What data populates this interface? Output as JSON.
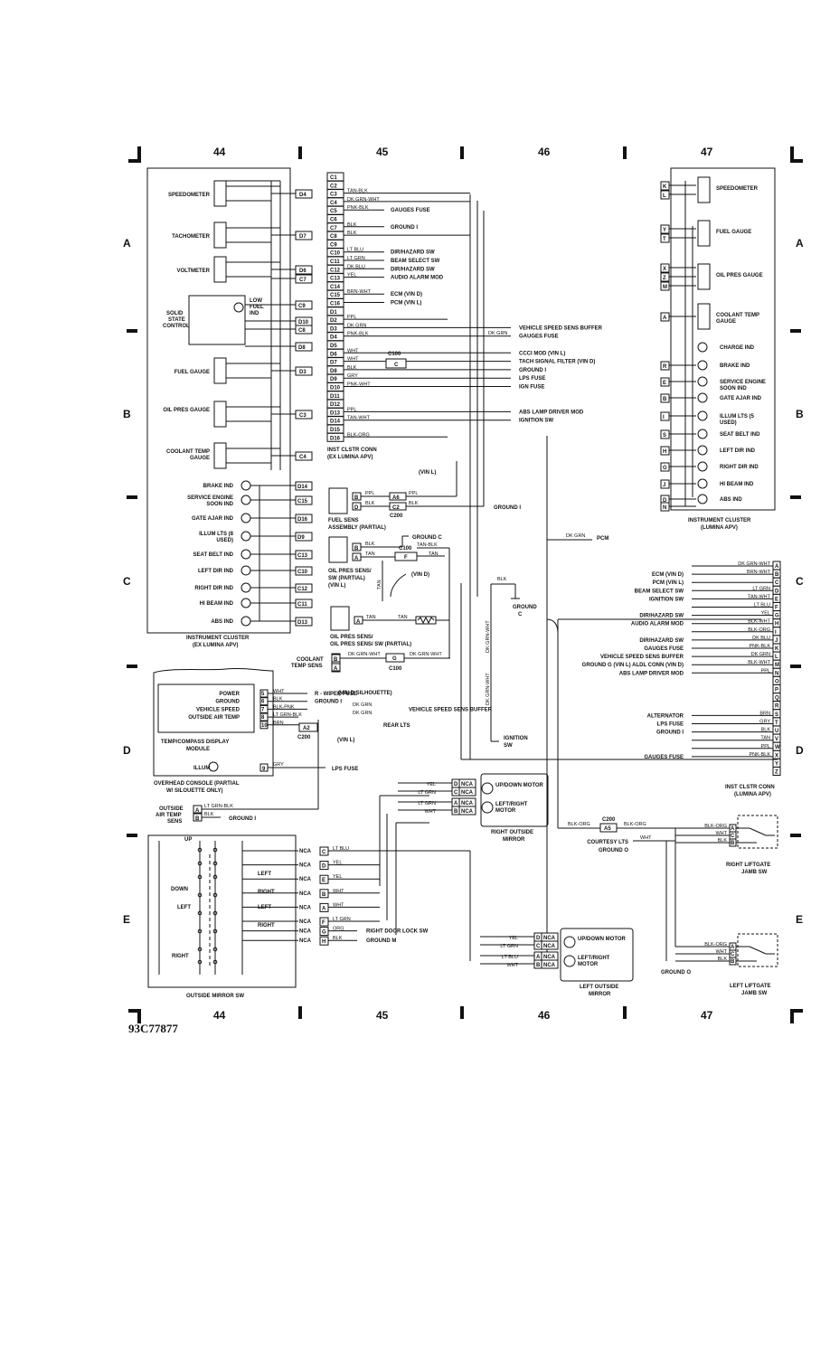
{
  "diagram_code": "93C77877",
  "columns": [
    "44",
    "45",
    "46",
    "47"
  ],
  "rows": [
    "A",
    "B",
    "C",
    "D",
    "E"
  ],
  "instrument_cluster_left": {
    "title": "INSTRUMENT CLUSTER",
    "subtitle": "(EX LUMINA APV)",
    "gauges": [
      {
        "label": "SPEEDOMETER",
        "pin": "D4"
      },
      {
        "label": "TACHOMETER",
        "pin": "D7"
      },
      {
        "label": "VOLTMETER",
        "pin": "D6"
      },
      {
        "label": "",
        "pin": "C7"
      },
      {
        "label": "FUEL GAUGE",
        "pin": "D3"
      },
      {
        "label": "OIL PRES GAUGE",
        "pin": "C3"
      },
      {
        "label": "COOLANT TEMP GAUGE",
        "pin": "C4"
      }
    ],
    "solid_state": {
      "label": "SOLID STATE CONTROL",
      "low_fuel": "LOW FUEL IND",
      "pins": [
        "C9",
        "D10",
        "C8",
        "D8"
      ]
    },
    "indicators": [
      {
        "label": "BRAKE IND",
        "pin": "D14"
      },
      {
        "label": "SERVICE ENGINE SOON IND",
        "pin": "C15"
      },
      {
        "label": "GATE AJAR IND",
        "pin": "D16"
      },
      {
        "label": "ILLUM LTS (8 USED)",
        "pin": "D9"
      },
      {
        "label": "SEAT BELT IND",
        "pin": "C13"
      },
      {
        "label": "LEFT DIR IND",
        "pin": "C10"
      },
      {
        "label": "RIGHT DIR IND",
        "pin": "C12"
      },
      {
        "label": "HI BEAM IND",
        "pin": "C11"
      },
      {
        "label": "ABS IND",
        "pin": "D13"
      }
    ]
  },
  "inst_clstr_conn": {
    "title": "INST CLSTR CONN",
    "subtitle": "(EX LUMINA APV)",
    "pins": [
      "C1",
      "C2",
      "C3",
      "C4",
      "C5",
      "C6",
      "C7",
      "C8",
      "C9",
      "C10",
      "C11",
      "C12",
      "C13",
      "C14",
      "C15",
      "C16",
      "D1",
      "D2",
      "D3",
      "D4",
      "D5",
      "D6",
      "D7",
      "D8",
      "D9",
      "D10",
      "D11",
      "D12",
      "D13",
      "D14",
      "D15",
      "D16"
    ],
    "wires_c": [
      {
        "pin": "C3",
        "color": "TAN-BLK",
        "dest": ""
      },
      {
        "pin": "C4",
        "color": "DK GRN-WHT",
        "dest": ""
      },
      {
        "pin": "C5",
        "color": "PNK-BLK",
        "dest": "GAUGES FUSE"
      },
      {
        "pin": "C7",
        "color": "BLK",
        "dest": "GROUND I"
      },
      {
        "pin": "C8",
        "color": "BLK",
        "dest": ""
      },
      {
        "pin": "C10",
        "color": "LT BLU",
        "dest": "DIR/HAZARD SW"
      },
      {
        "pin": "C11",
        "color": "LT GRN",
        "dest": "BEAM SELECT SW"
      },
      {
        "pin": "C12",
        "color": "DK BLU",
        "dest": "DIR/HAZARD SW"
      },
      {
        "pin": "C13",
        "color": "YEL",
        "dest": "AUDIO ALARM MOD"
      },
      {
        "pin": "C15",
        "color": "BRN-WHT",
        "dest": "ECM (VIN D)"
      },
      {
        "pin": "C16",
        "color": "",
        "dest": "PCM (VIN L)"
      }
    ],
    "wires_d": [
      {
        "pin": "D2",
        "color": "PPL",
        "dest": ""
      },
      {
        "pin": "D3",
        "color": "DK GRN",
        "dest": "VEHICLE SPEED SENS BUFFER"
      },
      {
        "pin": "D4",
        "color": "PNK-BLK",
        "dest": "GAUGES FUSE"
      },
      {
        "pin": "D6",
        "color": "WHT",
        "dest": "CCCI MOD (VIN L)"
      },
      {
        "pin": "D7",
        "color": "WHT",
        "dest": "TACH SIGNAL FILTER (VIN D)"
      },
      {
        "pin": "D8",
        "color": "BLK",
        "dest": "GROUND I"
      },
      {
        "pin": "D9",
        "color": "GRY",
        "dest": "LPS FUSE"
      },
      {
        "pin": "D10",
        "color": "PNK-WHT",
        "dest": "IGN FUSE"
      },
      {
        "pin": "D13",
        "color": "PPL",
        "dest": "ABS LAMP DRIVER MOD"
      },
      {
        "pin": "D14",
        "color": "TAN-WHT",
        "dest": "IGNITION SW"
      },
      {
        "pin": "D16",
        "color": "BLK-ORG",
        "dest": ""
      }
    ],
    "c100_label": "C100",
    "c100_pin": "C",
    "vehicle_speed_wire": "DK GRN"
  },
  "instrument_cluster_right": {
    "title": "INSTRUMENT CLUSTER",
    "subtitle": "(LUMINA APV)",
    "gauges": [
      {
        "label": "SPEEDOMETER",
        "pins": [
          "K",
          "L"
        ]
      },
      {
        "label": "FUEL GAUGE",
        "pins": [
          "Y",
          "T"
        ]
      },
      {
        "label": "OIL PRES GAUGE",
        "pins": [
          "X",
          "Z",
          "M"
        ]
      },
      {
        "label": "COOLANT TEMP GAUGE",
        "pins": [
          "A"
        ]
      }
    ],
    "indicators": [
      {
        "label": "CHARGE IND",
        "pin": ""
      },
      {
        "label": "BRAKE IND",
        "pin": "R"
      },
      {
        "label": "SERVICE ENGINE SOON IND",
        "pin": "E"
      },
      {
        "label": "GATE AJAR IND",
        "pin": "B"
      },
      {
        "label": "ILLUM LTS (5 USED)",
        "pin": "I"
      },
      {
        "label": "SEAT BELT IND",
        "pin": "S"
      },
      {
        "label": "LEFT DIR IND",
        "pin": "H"
      },
      {
        "label": "RIGHT DIR IND",
        "pin": "G"
      },
      {
        "label": "HI BEAM IND",
        "pin": "J"
      },
      {
        "label": "ABS IND",
        "pin": "D"
      },
      {
        "label": "",
        "pin": "N"
      }
    ]
  },
  "inst_clstr_conn_right": {
    "title": "INST CLSTR CONN",
    "subtitle": "(LUMINA APV)",
    "pins": [
      "A",
      "B",
      "C",
      "D",
      "E",
      "F",
      "G",
      "H",
      "I",
      "J",
      "K",
      "L",
      "M",
      "N",
      "O",
      "P",
      "Q",
      "R",
      "S",
      "T",
      "U",
      "V",
      "W",
      "X",
      "Y",
      "Z"
    ],
    "wires": [
      {
        "dest": "",
        "color": "DK GRN-WHT"
      },
      {
        "dest": "ECM (VIN D)",
        "color": "BRN-WHT"
      },
      {
        "dest": "PCM (VIN L)",
        "color": ""
      },
      {
        "dest": "BEAM SELECT SW",
        "color": "LT GRN"
      },
      {
        "dest": "IGNITION SW",
        "color": "TAN-WHT"
      },
      {
        "dest": "",
        "color": "LT BLU"
      },
      {
        "dest": "DIR/HAZARD SW",
        "color": "YEL"
      },
      {
        "dest": "AUDIO ALARM MOD",
        "color": "BLK-WHT"
      },
      {
        "dest": "",
        "color": "BLK-ORG"
      },
      {
        "dest": "DIR/HAZARD SW",
        "color": "DK BLU"
      },
      {
        "dest": "GAUGES FUSE",
        "color": "PNK-BLK"
      },
      {
        "dest": "VEHICLE SPEED SENS BUFFER",
        "color": "DK GRN"
      },
      {
        "dest": "GROUND G (VIN L) ALDL CONN (VIN D)",
        "color": "BLK-WHT"
      },
      {
        "dest": "ABS LAMP DRIVER MOD",
        "color": "PPL"
      },
      {
        "dest": "ALTERNATOR",
        "color": "BRN"
      },
      {
        "dest": "LPS FUSE",
        "color": "GRY"
      },
      {
        "dest": "GROUND I",
        "color": "BLK"
      },
      {
        "dest": "",
        "color": "TAN"
      },
      {
        "dest": "",
        "color": "PPL"
      },
      {
        "dest": "GAUGES FUSE",
        "color": "PNK-BLK"
      }
    ]
  },
  "fuel_sens": {
    "label": "FUEL SENS ASSEMBLY (PARTIAL)",
    "pins": [
      "B",
      "D"
    ],
    "wires": [
      "PPL",
      "BLK"
    ],
    "connector": "C200",
    "cpins": [
      "A6",
      "C2"
    ],
    "ground": "GROUND I"
  },
  "oil_pres_sens": {
    "label": "OIL PRES SENS/ SW (PARTIAL) (VIN L)",
    "pins": [
      "B",
      "A"
    ],
    "wires": [
      "BLK",
      "TAN"
    ],
    "c100": "C100",
    "cpin": "F",
    "ground": "GROUND C",
    "tan_blk": "TAN-BLK",
    "tan": "TAN"
  },
  "oil_pres_sw": {
    "label": "OIL PRES SENS/ SW (PARTIAL)",
    "pin": "A",
    "wire": "TAN",
    "vin": "(VIN D)"
  },
  "ground_c": {
    "label": "GROUND C",
    "wire": "BLK"
  },
  "dk_grn_pcm": {
    "wire": "DK GRN",
    "dest": "PCM"
  },
  "coolant_temp": {
    "label": "COOLANT TEMP SENS",
    "pins": [
      "B",
      "A"
    ],
    "wire": "DK GRN-WHT",
    "connector": "C100",
    "cpin": "G"
  },
  "vin_l_labels": [
    "(VIN L)",
    "(VIN L)"
  ],
  "temp_compass": {
    "title": "TEMP/COMPASS DISPLAY MODULE",
    "rows": [
      {
        "label": "POWER",
        "pin": "5",
        "wire": "WHT",
        "dest": "R - WIPER FUSE"
      },
      {
        "label": "GROUND",
        "pin": "6",
        "wire": "BLK",
        "dest": "GROUND I"
      },
      {
        "label": "VEHICLE SPEED",
        "pin": "7",
        "wire": "BLK-PNK",
        "dest": "VEHICLE SPEED SENS BUFFER"
      },
      {
        "label": "OUTSIDE AIR TEMP",
        "pin": "8",
        "wire": "LT GRN-BLK",
        "dest": ""
      },
      {
        "label": "",
        "pin": "10",
        "wire": "BRN",
        "dest": "REAR LTS"
      }
    ],
    "c200": "C200",
    "c200_pin": "A2",
    "dk_grn": "DK GRN",
    "vin_d_sil": "(VIN D SILHOUETTE)",
    "illum": {
      "label": "ILLUM",
      "pin": "9",
      "wire": "GRY",
      "dest": "LPS FUSE"
    },
    "console_label": "OVERHEAD CONSOLE (PARTIAL W/ SILOUETTE ONLY)",
    "outside_air": {
      "label": "OUTSIDE AIR TEMP SENS",
      "pins": [
        "A",
        "B"
      ],
      "wires": [
        "LT GRN-BLK",
        "BLK"
      ],
      "ground": "GROUND I"
    }
  },
  "ignition_sw": "IGNITION SW",
  "dk_grn_wht_vert": "DK GRN-WHT",
  "right_outside_mirror": {
    "title": "RIGHT OUTSIDE MIRROR",
    "rows": [
      {
        "wire": "YEL",
        "pin": "D",
        "nca": "NCA"
      },
      {
        "wire": "LT GRN",
        "pin": "C",
        "nca": "NCA"
      },
      {
        "wire": "LT GRN",
        "pin": "A",
        "nca": "NCA"
      },
      {
        "wire": "WHT",
        "pin": "B",
        "nca": "NCA"
      }
    ],
    "motors": [
      "UP/DOWN MOTOR",
      "LEFT/RIGHT MOTOR"
    ]
  },
  "left_outside_mirror": {
    "title": "LEFT OUTSIDE MIRROR",
    "rows": [
      {
        "wire": "YEL",
        "pin": "D",
        "nca": "NCA"
      },
      {
        "wire": "LT GRN",
        "pin": "C",
        "nca": "NCA"
      },
      {
        "wire": "LT BLU",
        "pin": "A",
        "nca": "NCA"
      },
      {
        "wire": "WHT",
        "pin": "B",
        "nca": "NCA"
      }
    ],
    "motors": [
      "UP/DOWN MOTOR",
      "LEFT/RIGHT MOTOR"
    ]
  },
  "outside_mirror_sw": {
    "title": "OUTSIDE MIRROR SW",
    "switch_labels": [
      "UP",
      "DOWN",
      "LEFT",
      "RIGHT",
      "LEFT",
      "RIGHT",
      "LEFT",
      "RIGHT"
    ],
    "rows": [
      {
        "nca": "NCA",
        "pin": "C",
        "wire": "LT BLU"
      },
      {
        "nca": "NCA",
        "pin": "D",
        "wire": "YEL"
      },
      {
        "nca": "NCA",
        "pin": "E",
        "wire": "YEL"
      },
      {
        "nca": "NCA",
        "pin": "B",
        "wire": "WHT"
      },
      {
        "nca": "NCA",
        "pin": "A",
        "wire": "WHT"
      },
      {
        "nca": "NCA",
        "pin": "F",
        "wire": "LT GRN"
      },
      {
        "nca": "NCA",
        "pin": "G",
        "wire": "ORG",
        "dest": "RIGHT DOOR LOCK SW"
      },
      {
        "nca": "NCA",
        "pin": "H",
        "wire": "BLK",
        "dest": "GROUND M"
      }
    ]
  },
  "right_liftgate": {
    "title": "RIGHT LIFTGATE JAMB SW",
    "wires": [
      "BLK-ORG",
      "WHT",
      "BLK"
    ],
    "pins": [
      "A",
      "C",
      "B"
    ],
    "c200": "C200",
    "c200pin": "A5",
    "blk_org": "BLK-ORG",
    "courtesy": "COURTESY LTS",
    "ground": "GROUND O"
  },
  "left_liftgate": {
    "title": "LEFT LIFTGATE JAMB SW",
    "wires": [
      "BLK-ORG",
      "WHT",
      "BLK"
    ],
    "pins": [
      "A",
      "C",
      "B"
    ],
    "ground": "GROUND O"
  }
}
